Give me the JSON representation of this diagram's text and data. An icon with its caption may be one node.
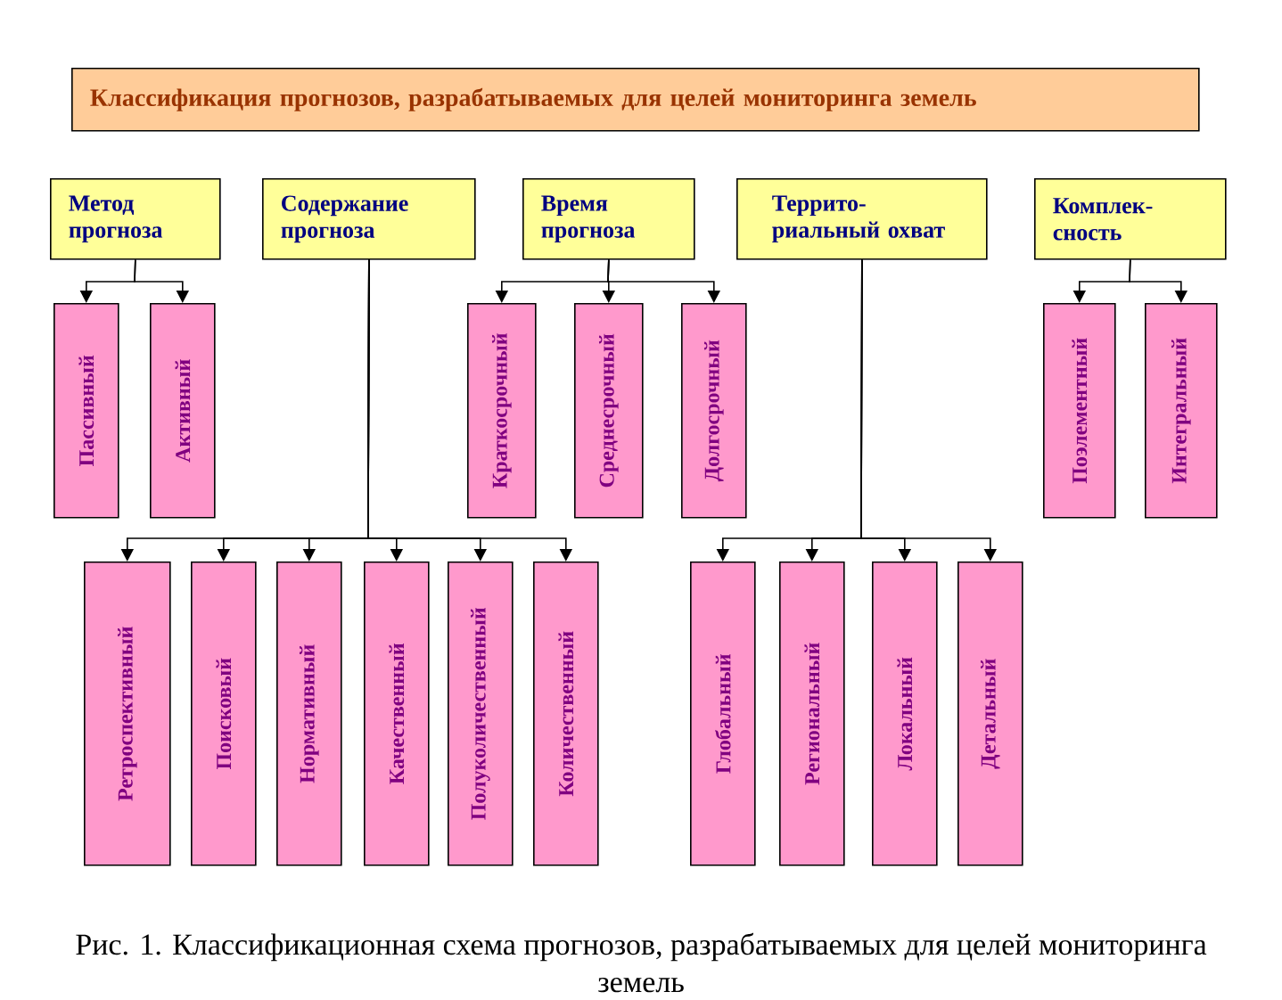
{
  "diagram": {
    "title": "Классификация прогнозов, разрабатываемых для целей мониторинга земель",
    "caption": "Рис. 1. Классификационная схема прогнозов, разрабатываемых для целей мониторинга земель",
    "nodes": [
      {
        "text": [
          "Метод прогноза"
        ]
      },
      {
        "text": [
          "Содержание прогноза"
        ]
      },
      {
        "text": [
          "Время прогноза"
        ]
      },
      {
        "text": [
          "Террито-риальный охват"
        ]
      },
      {
        "text": [
          "Комплек-сность"
        ]
      },
      {
        "text": [
          "Пассивный"
        ]
      },
      {
        "text": [
          "Активный"
        ]
      },
      {
        "text": [
          "Краткосрочный"
        ]
      },
      {
        "text": [
          "Среднесрочный"
        ]
      },
      {
        "text": [
          "Долгосрочный"
        ]
      },
      {
        "text": [
          "Поэлементный"
        ]
      },
      {
        "text": [
          "Интегральный"
        ]
      },
      {
        "text": [
          "Ретроспективный"
        ]
      },
      {
        "text": [
          "Поисковый"
        ]
      },
      {
        "text": [
          "Нормативный"
        ]
      },
      {
        "text": [
          "Качественный"
        ]
      },
      {
        "text": [
          "Полуколичественный"
        ]
      },
      {
        "text": [
          "Количественный"
        ]
      },
      {
        "text": [
          "Глобальный"
        ]
      },
      {
        "text": [
          "Региональный"
        ]
      },
      {
        "text": [
          "Локальный"
        ]
      },
      {
        "text": [
          "Детальный"
        ]
      }
    ],
    "edges": [
      {
        "from": 0,
        "to": 5,
        "arrow": "to"
      },
      {
        "from": 0,
        "to": 6,
        "arrow": "to"
      },
      {
        "from": 1,
        "to": 12,
        "arrow": "to"
      },
      {
        "from": 1,
        "to": 13,
        "arrow": "to"
      },
      {
        "from": 1,
        "to": 14,
        "arrow": "to"
      },
      {
        "from": 1,
        "to": 15,
        "arrow": "to"
      },
      {
        "from": 1,
        "to": 16,
        "arrow": "to"
      },
      {
        "from": 1,
        "to": 17,
        "arrow": "to"
      },
      {
        "from": 2,
        "to": 7,
        "arrow": "to"
      },
      {
        "from": 2,
        "to": 8,
        "arrow": "to"
      },
      {
        "from": 2,
        "to": 9,
        "arrow": "to"
      },
      {
        "from": 3,
        "to": 18,
        "arrow": "to"
      },
      {
        "from": 3,
        "to": 19,
        "arrow": "to"
      },
      {
        "from": 3,
        "to": 20,
        "arrow": "to"
      },
      {
        "from": 3,
        "to": 21,
        "arrow": "to"
      },
      {
        "from": 4,
        "to": 10,
        "arrow": "to"
      },
      {
        "from": 4,
        "to": 11,
        "arrow": "to"
      }
    ]
  }
}
